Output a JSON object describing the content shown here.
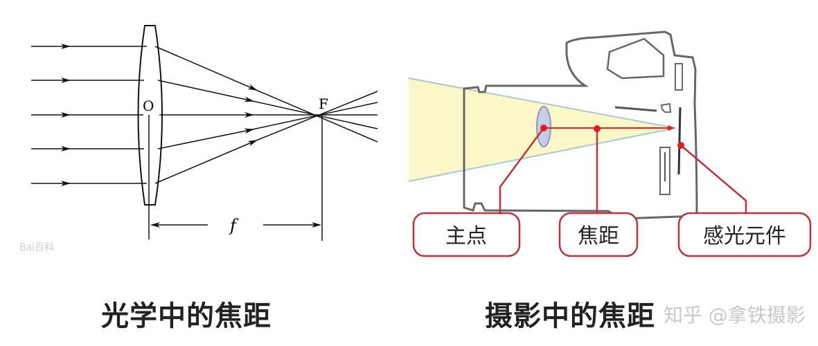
{
  "optics": {
    "title": "光学中的焦距",
    "center_label": "O",
    "focus_label": "F",
    "focal_length_label": "f",
    "watermark": "Bai百科"
  },
  "photo": {
    "title": "摄影中的焦距",
    "labels": {
      "principal_point": "主点",
      "focal_length": "焦距",
      "sensor": "感光元件"
    },
    "colors": {
      "callout": "#c0303a",
      "beam": "#fbf7c8",
      "lens": "#c8cce8"
    },
    "watermark": "知乎 @拿铁摄影"
  }
}
